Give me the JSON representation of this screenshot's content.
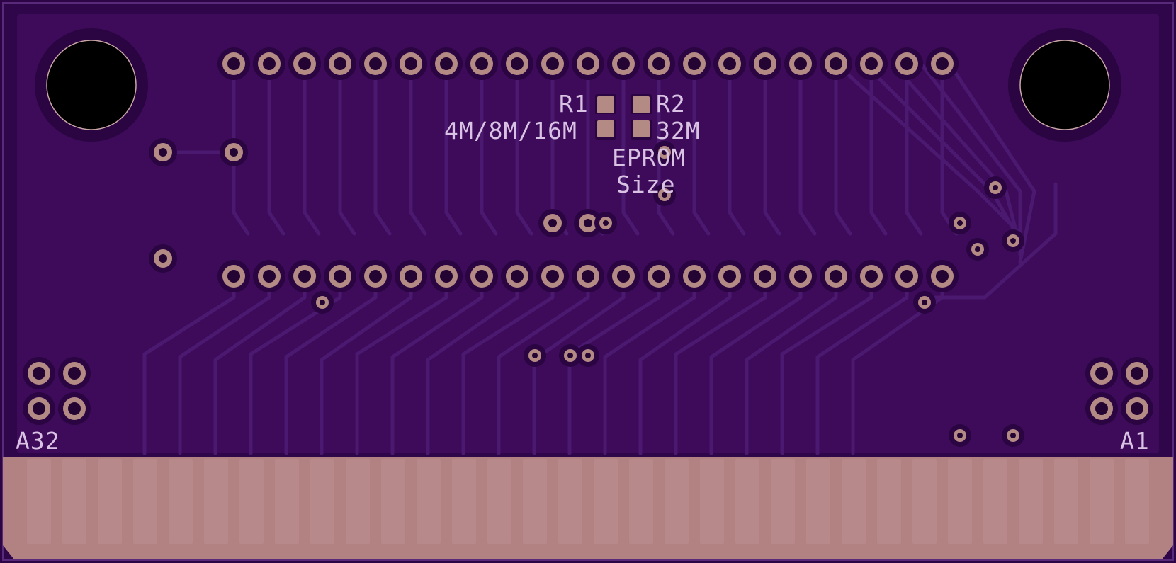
{
  "board": {
    "colors": {
      "solder_mask": "#2d0547",
      "copper_pour": "#3d0b5a",
      "copper_pad": "#b48a84",
      "silkscreen": "#d9c2e4",
      "edge_connector": "#b28283"
    },
    "labels": {
      "r1": "R1",
      "r2": "R2",
      "r1_value": "4M/8M/16M",
      "r2_value": "32M",
      "eprom_line1": "EPROM",
      "eprom_line2": "Size",
      "edge_left": "A32",
      "edge_right": "A1"
    },
    "dip_pins_per_row": 21,
    "edge_finger_count": 32
  }
}
